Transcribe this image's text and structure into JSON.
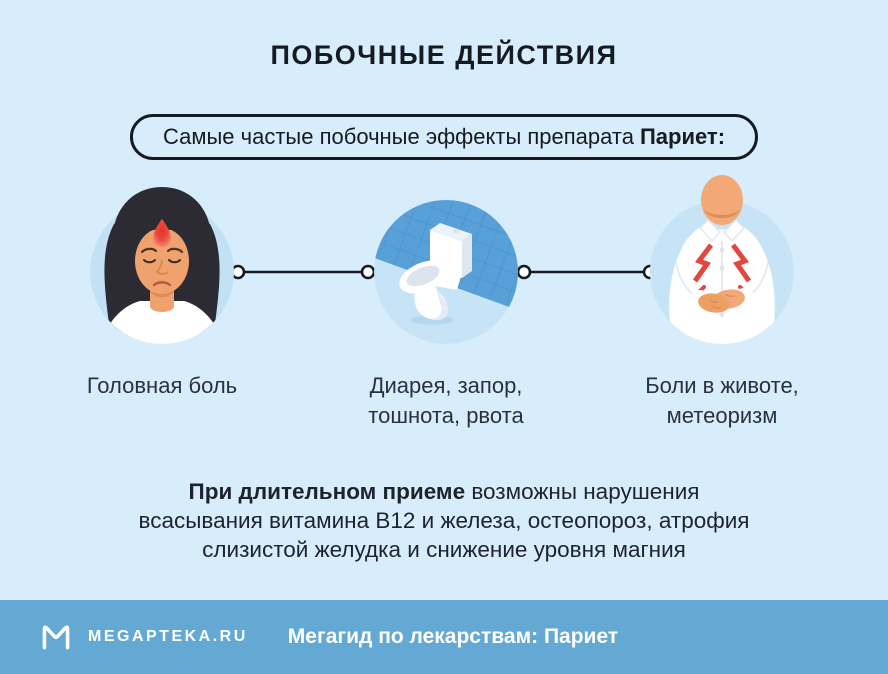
{
  "page": {
    "title": "ПОБОЧНЫЕ ДЕЙСТВИЯ",
    "background_color": "#d8edfb",
    "text_color": "#161a21"
  },
  "subtitle": {
    "regular": "Самые частые побочные эффекты препарата",
    "bold": "Париет:"
  },
  "effects": [
    {
      "label": "Головная боль",
      "illustration": "woman-headache-illustration"
    },
    {
      "label": "Диарея, запор,\nтошнота, рвота",
      "illustration": "toilet-illustration"
    },
    {
      "label": "Боли в животе,\nметеоризм",
      "illustration": "man-stomach-pain-illustration"
    }
  ],
  "note": {
    "bold": "При длительном приеме",
    "line1_rest": " возможны нарушения",
    "line2": "всасывания витамина В12 и железа, остеопороз, атрофия",
    "line3": "слизистой желудка и снижение уровня магния"
  },
  "footer": {
    "brand": "MEGAPTEKA.RU",
    "tagline": "Мегагид по лекарствам: Париет",
    "logo_icon": "megapteka-m-logo",
    "background_color": "#64a9d4"
  },
  "colors": {
    "circle_fill": "#c2e1f5",
    "tile_wall": "#58a0d7",
    "pain_red": "#e2463d",
    "skin": "#efa26e",
    "hair": "#2c2b33",
    "line_black": "#161a21"
  }
}
